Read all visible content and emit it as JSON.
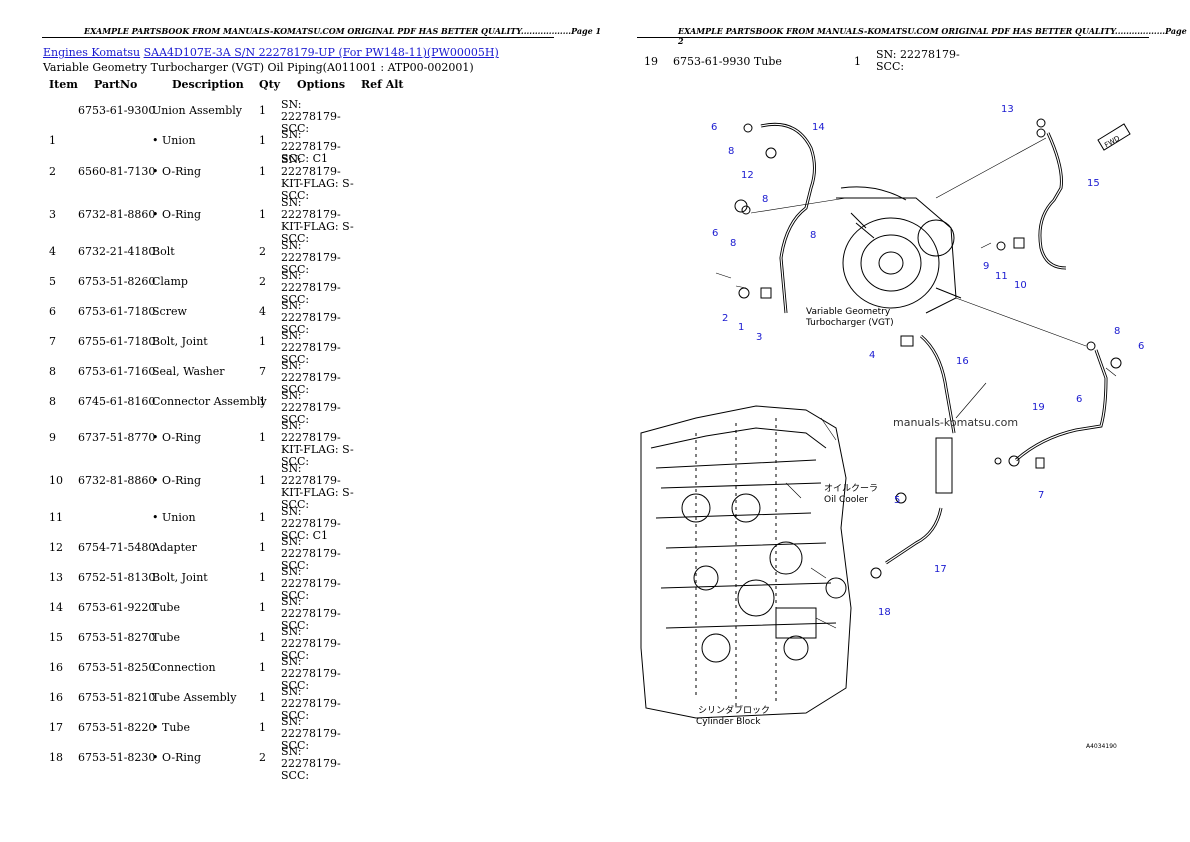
{
  "page1": {
    "header": "EXAMPLE PARTSBOOK FROM MANUALS-KOMATSU.COM ORIGINAL PDF HAS BETTER QUALITY..................Page 1",
    "breadcrumb": {
      "link1": "Engines Komatsu",
      "link2": "SAA4D107E-3A S/N 22278179-UP (For PW148-11)(PW00005H)"
    },
    "subtitle": "Variable Geometry Turbocharger (VGT) Oil Piping(A011001 : ATP00-002001)",
    "columns": [
      "Item",
      "PartNo",
      "Description",
      "Qty",
      "Options",
      "Ref Alt"
    ],
    "rows": [
      {
        "item": "",
        "part": "6753-61-9300",
        "desc": "Union Assembly",
        "qty": "1",
        "opt": [
          "SN: 22278179-",
          "SCC:"
        ]
      },
      {
        "item": "1",
        "part": "",
        "desc": "• Union",
        "qty": "1",
        "opt": [
          "SN: 22278179-",
          "SCC: C1"
        ]
      },
      {
        "item": "2",
        "part": "6560-81-7130",
        "desc": "• O-Ring",
        "qty": "1",
        "opt": [
          "SN: 22278179-",
          "KIT-FLAG: S-",
          "SCC:"
        ]
      },
      {
        "item": "3",
        "part": "6732-81-8860",
        "desc": "• O-Ring",
        "qty": "1",
        "opt": [
          "SN: 22278179-",
          "KIT-FLAG: S-",
          "SCC:"
        ]
      },
      {
        "item": "4",
        "part": "6732-21-4180",
        "desc": "Bolt",
        "qty": "2",
        "opt": [
          "SN: 22278179-",
          "SCC:"
        ]
      },
      {
        "item": "5",
        "part": "6753-51-8260",
        "desc": "Clamp",
        "qty": "2",
        "opt": [
          "SN: 22278179-",
          "SCC:"
        ]
      },
      {
        "item": "6",
        "part": "6753-61-7180",
        "desc": "Screw",
        "qty": "4",
        "opt": [
          "SN: 22278179-",
          "SCC:"
        ]
      },
      {
        "item": "7",
        "part": "6755-61-7180",
        "desc": "Bolt, Joint",
        "qty": "1",
        "opt": [
          "SN: 22278179-",
          "SCC:"
        ]
      },
      {
        "item": "8",
        "part": "6753-61-7160",
        "desc": "Seal, Washer",
        "qty": "7",
        "opt": [
          "SN: 22278179-",
          "SCC:"
        ]
      },
      {
        "item": "8",
        "part": "6745-61-8160",
        "desc": "Connector Assembly",
        "qty": "1",
        "opt": [
          "SN: 22278179-",
          "SCC:"
        ]
      },
      {
        "item": "9",
        "part": "6737-51-8770",
        "desc": "• O-Ring",
        "qty": "1",
        "opt": [
          "SN: 22278179-",
          "KIT-FLAG: S-",
          "SCC:"
        ]
      },
      {
        "item": "10",
        "part": "6732-81-8860",
        "desc": "• O-Ring",
        "qty": "1",
        "opt": [
          "SN: 22278179-",
          "KIT-FLAG: S-",
          "SCC:"
        ]
      },
      {
        "item": "11",
        "part": "",
        "desc": "• Union",
        "qty": "1",
        "opt": [
          "SN: 22278179-",
          "SCC: C1"
        ]
      },
      {
        "item": "12",
        "part": "6754-71-5480",
        "desc": "Adapter",
        "qty": "1",
        "opt": [
          "SN: 22278179-",
          "SCC:"
        ]
      },
      {
        "item": "13",
        "part": "6752-51-8130",
        "desc": "Bolt, Joint",
        "qty": "1",
        "opt": [
          "SN: 22278179-",
          "SCC:"
        ]
      },
      {
        "item": "14",
        "part": "6753-61-9220",
        "desc": "Tube",
        "qty": "1",
        "opt": [
          "SN: 22278179-",
          "SCC:"
        ]
      },
      {
        "item": "15",
        "part": "6753-51-8270",
        "desc": "Tube",
        "qty": "1",
        "opt": [
          "SN: 22278179-",
          "SCC:"
        ]
      },
      {
        "item": "16",
        "part": "6753-51-8250",
        "desc": "Connection",
        "qty": "1",
        "opt": [
          "SN: 22278179-",
          "SCC:"
        ]
      },
      {
        "item": "16",
        "part": "6753-51-8210",
        "desc": "Tube Assembly",
        "qty": "1",
        "opt": [
          "SN: 22278179-",
          "SCC:"
        ]
      },
      {
        "item": "17",
        "part": "6753-51-8220",
        "desc": "• Tube",
        "qty": "1",
        "opt": [
          "SN: 22278179-",
          "SCC:"
        ]
      },
      {
        "item": "18",
        "part": "6753-51-8230",
        "desc": "• O-Ring",
        "qty": "2",
        "opt": [
          "SN: 22278179-",
          "SCC:"
        ]
      }
    ]
  },
  "page2": {
    "header": "EXAMPLE PARTSBOOK FROM MANUALS-KOMATSU.COM ORIGINAL PDF HAS BETTER QUALITY..................Page 2",
    "row": {
      "item": "19",
      "partdesc": "6753-61-9930 Tube",
      "qty": "1",
      "opt1": "SN: 22278179-",
      "opt2": "SCC:"
    },
    "diagram": {
      "callouts": [
        "1",
        "2",
        "3",
        "4",
        "5",
        "6",
        "7",
        "8",
        "9",
        "10",
        "11",
        "12",
        "13",
        "14",
        "15",
        "16",
        "17",
        "18",
        "19"
      ],
      "label_vgt_1": "Variable Geometry",
      "label_vgt_2": "Turbocharger (VGT)",
      "label_oil_jp": "オイルクーラ",
      "label_oil": "Oil Cooler",
      "label_block_jp": "シリンダブロック",
      "label_block": "Cylinder Block",
      "watermark": "manuals-komatsu.com",
      "fwd": "FWD",
      "figure_code": "A4034190"
    }
  }
}
